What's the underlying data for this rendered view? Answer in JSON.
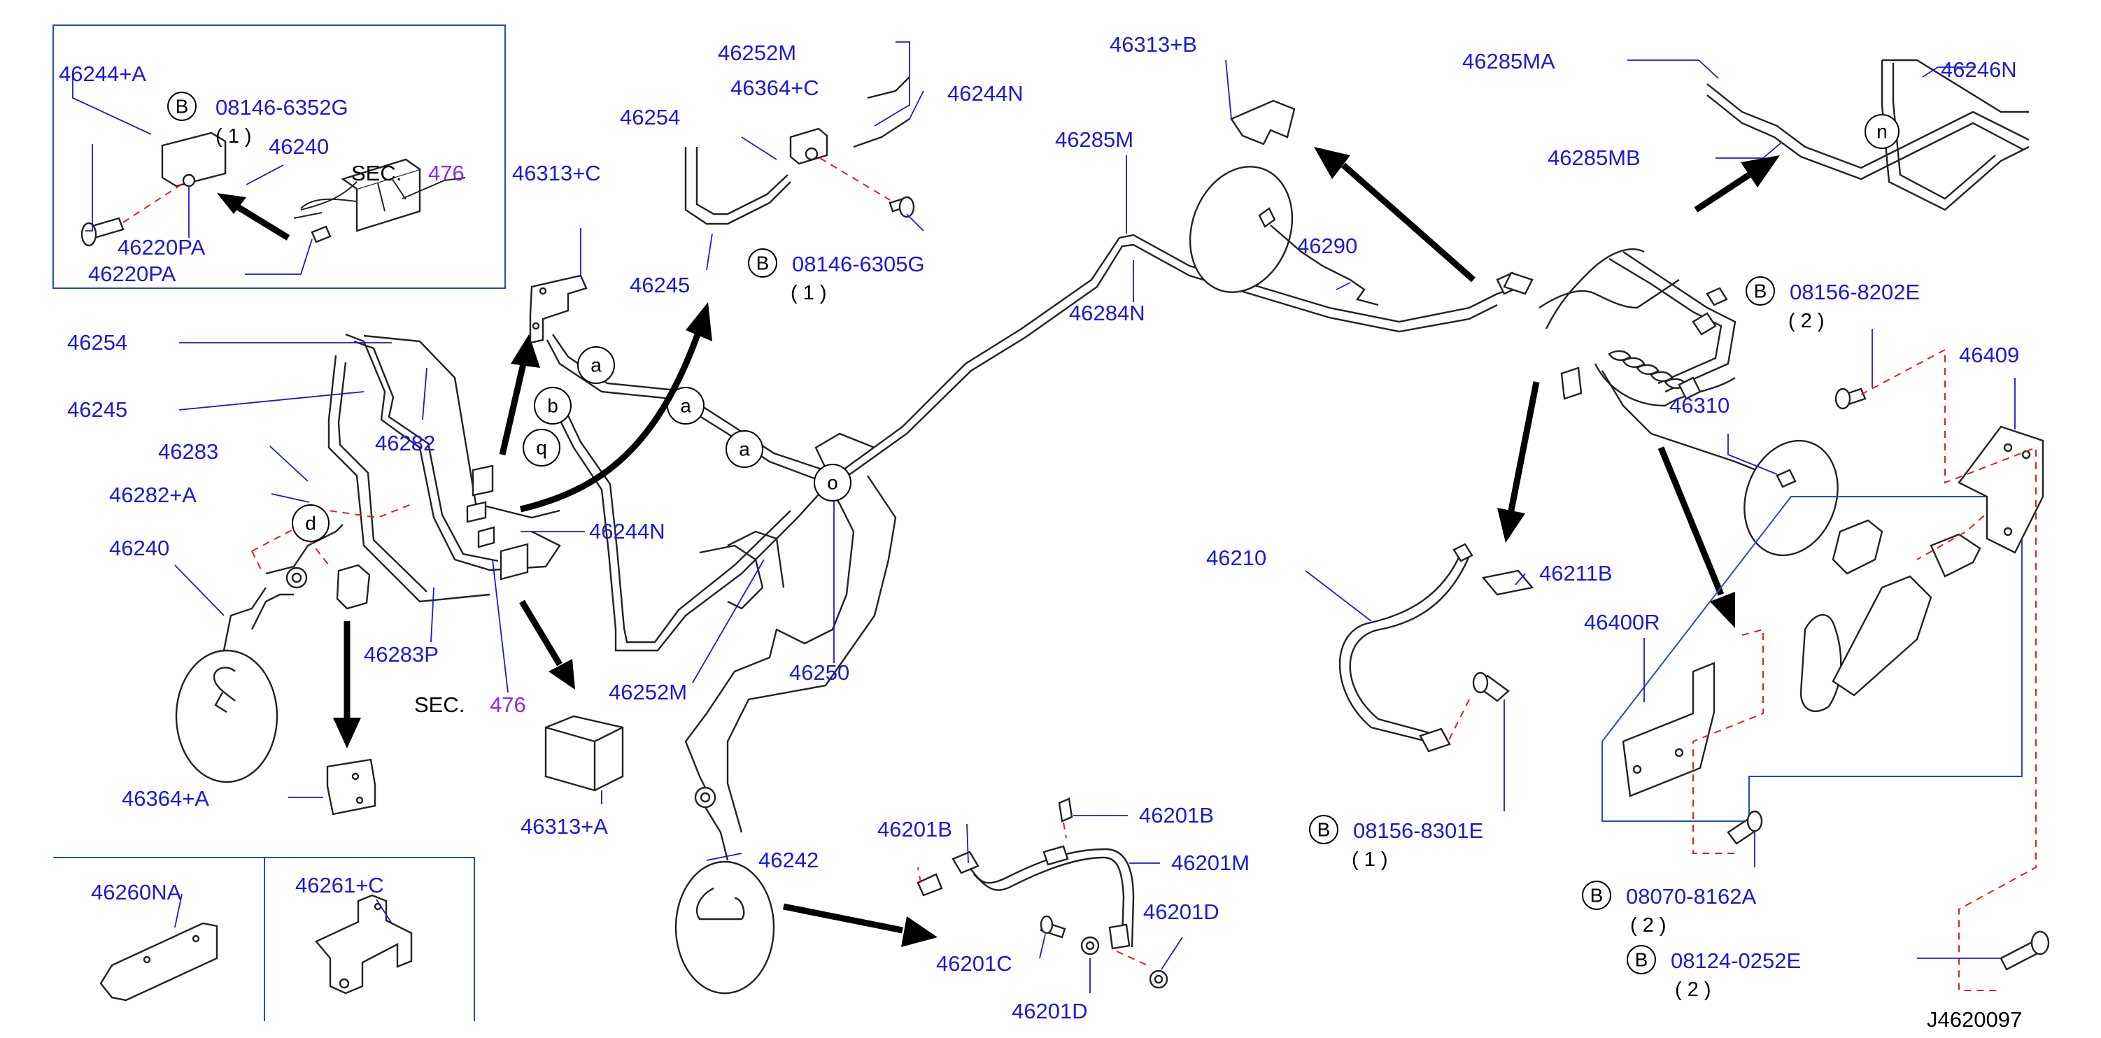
{
  "diagram_id": "J4620097",
  "sec": {
    "word": "SEC.",
    "number": "476"
  },
  "bubbles": {
    "B": "B",
    "a": "a",
    "b": "b",
    "q": "q",
    "o": "o",
    "d": "d",
    "n": "n"
  },
  "bolts": {
    "b1": {
      "code": "08146-6352G",
      "qty": "( 1 )"
    },
    "b2": {
      "code": "08146-6305G",
      "qty": "( 1 )"
    },
    "b3": {
      "code": "08156-8202E",
      "qty": "( 2 )"
    },
    "b4": {
      "code": "08156-8301E",
      "qty": "( 1 )"
    },
    "b5": {
      "code": "08070-8162A",
      "qty": "( 2 )"
    },
    "b6": {
      "code": "08124-0252E",
      "qty": "( 2 )"
    }
  },
  "parts": {
    "p46244A": "46244+A",
    "p46240": "46240",
    "p46220PA": "46220PA",
    "p46254": "46254",
    "p46245": "46245",
    "p46283": "46283",
    "p46282A": "46282+A",
    "p46282": "46282",
    "p46313C": "46313+C",
    "p46252M": "46252M",
    "p46364C": "46364+C",
    "p46244N": "46244N",
    "p46283P": "46283P",
    "p46364A": "46364+A",
    "p46313A": "46313+A",
    "p46250": "46250",
    "p46242": "46242",
    "p46260NA": "46260NA",
    "p46261C": "46261+C",
    "p46201B": "46201B",
    "p46201M": "46201M",
    "p46201C": "46201C",
    "p46201D": "46201D",
    "p46313B": "46313+B",
    "p46285M": "46285M",
    "p46290": "46290",
    "p46284N": "46284N",
    "p46285MA": "46285MA",
    "p46285MB": "46285MB",
    "p46246N": "46246N",
    "p46409": "46409",
    "p46310": "46310",
    "p46210": "46210",
    "p46211B": "46211B",
    "p46400R": "46400R"
  },
  "colors": {
    "label": "#1a1ad6",
    "dash": "#e0201a",
    "sec_number": "#8a2be2",
    "box": "#2a4ab8"
  }
}
